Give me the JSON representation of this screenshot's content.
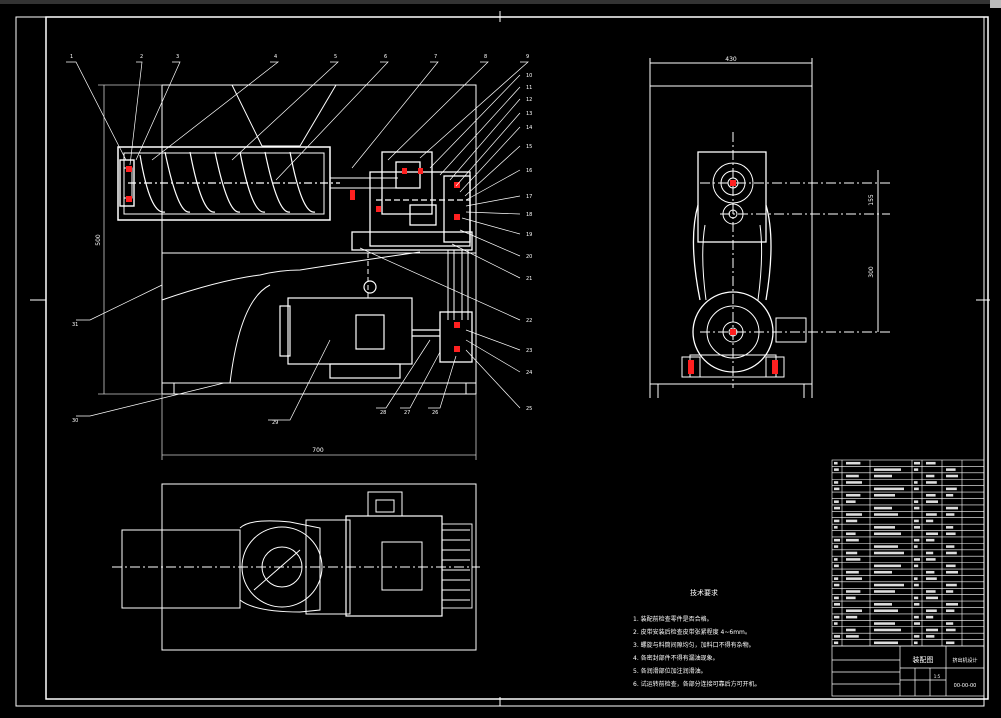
{
  "balloons": [
    "1",
    "2",
    "3",
    "4",
    "5",
    "6",
    "7",
    "8",
    "9",
    "10",
    "11",
    "12",
    "13",
    "14",
    "15",
    "16",
    "17",
    "18",
    "19",
    "20",
    "21",
    "22",
    "23",
    "24",
    "25",
    "26",
    "27",
    "28",
    "29",
    "30",
    "31"
  ],
  "dimensions": {
    "front_width": "700",
    "front_height": "500",
    "side_width": "430",
    "side_upper": "155",
    "side_lower": "300"
  },
  "tech_req": {
    "title": "技术要求",
    "items": [
      "1. 装配前检查零件是否合格。",
      "2. 皮带安装后检查皮带张紧程度 4~6mm。",
      "3. 螺旋与料筒间隙均匀，加料口不得有杂物。",
      "4. 各密封部件不得有漏油现象。",
      "5. 各润滑部位加注润滑油。",
      "6. 试运转前检查，各部分连接可靠后方可开机。"
    ]
  },
  "title_block": {
    "drawing_name": "装配图",
    "part_name": "挤出机设计",
    "drawing_no": "00-00-00",
    "scale": "1:5"
  },
  "colors": {
    "line": "#ffffff",
    "accent": "#ff2020",
    "dim": "#cccccc",
    "bg": "#000000"
  }
}
